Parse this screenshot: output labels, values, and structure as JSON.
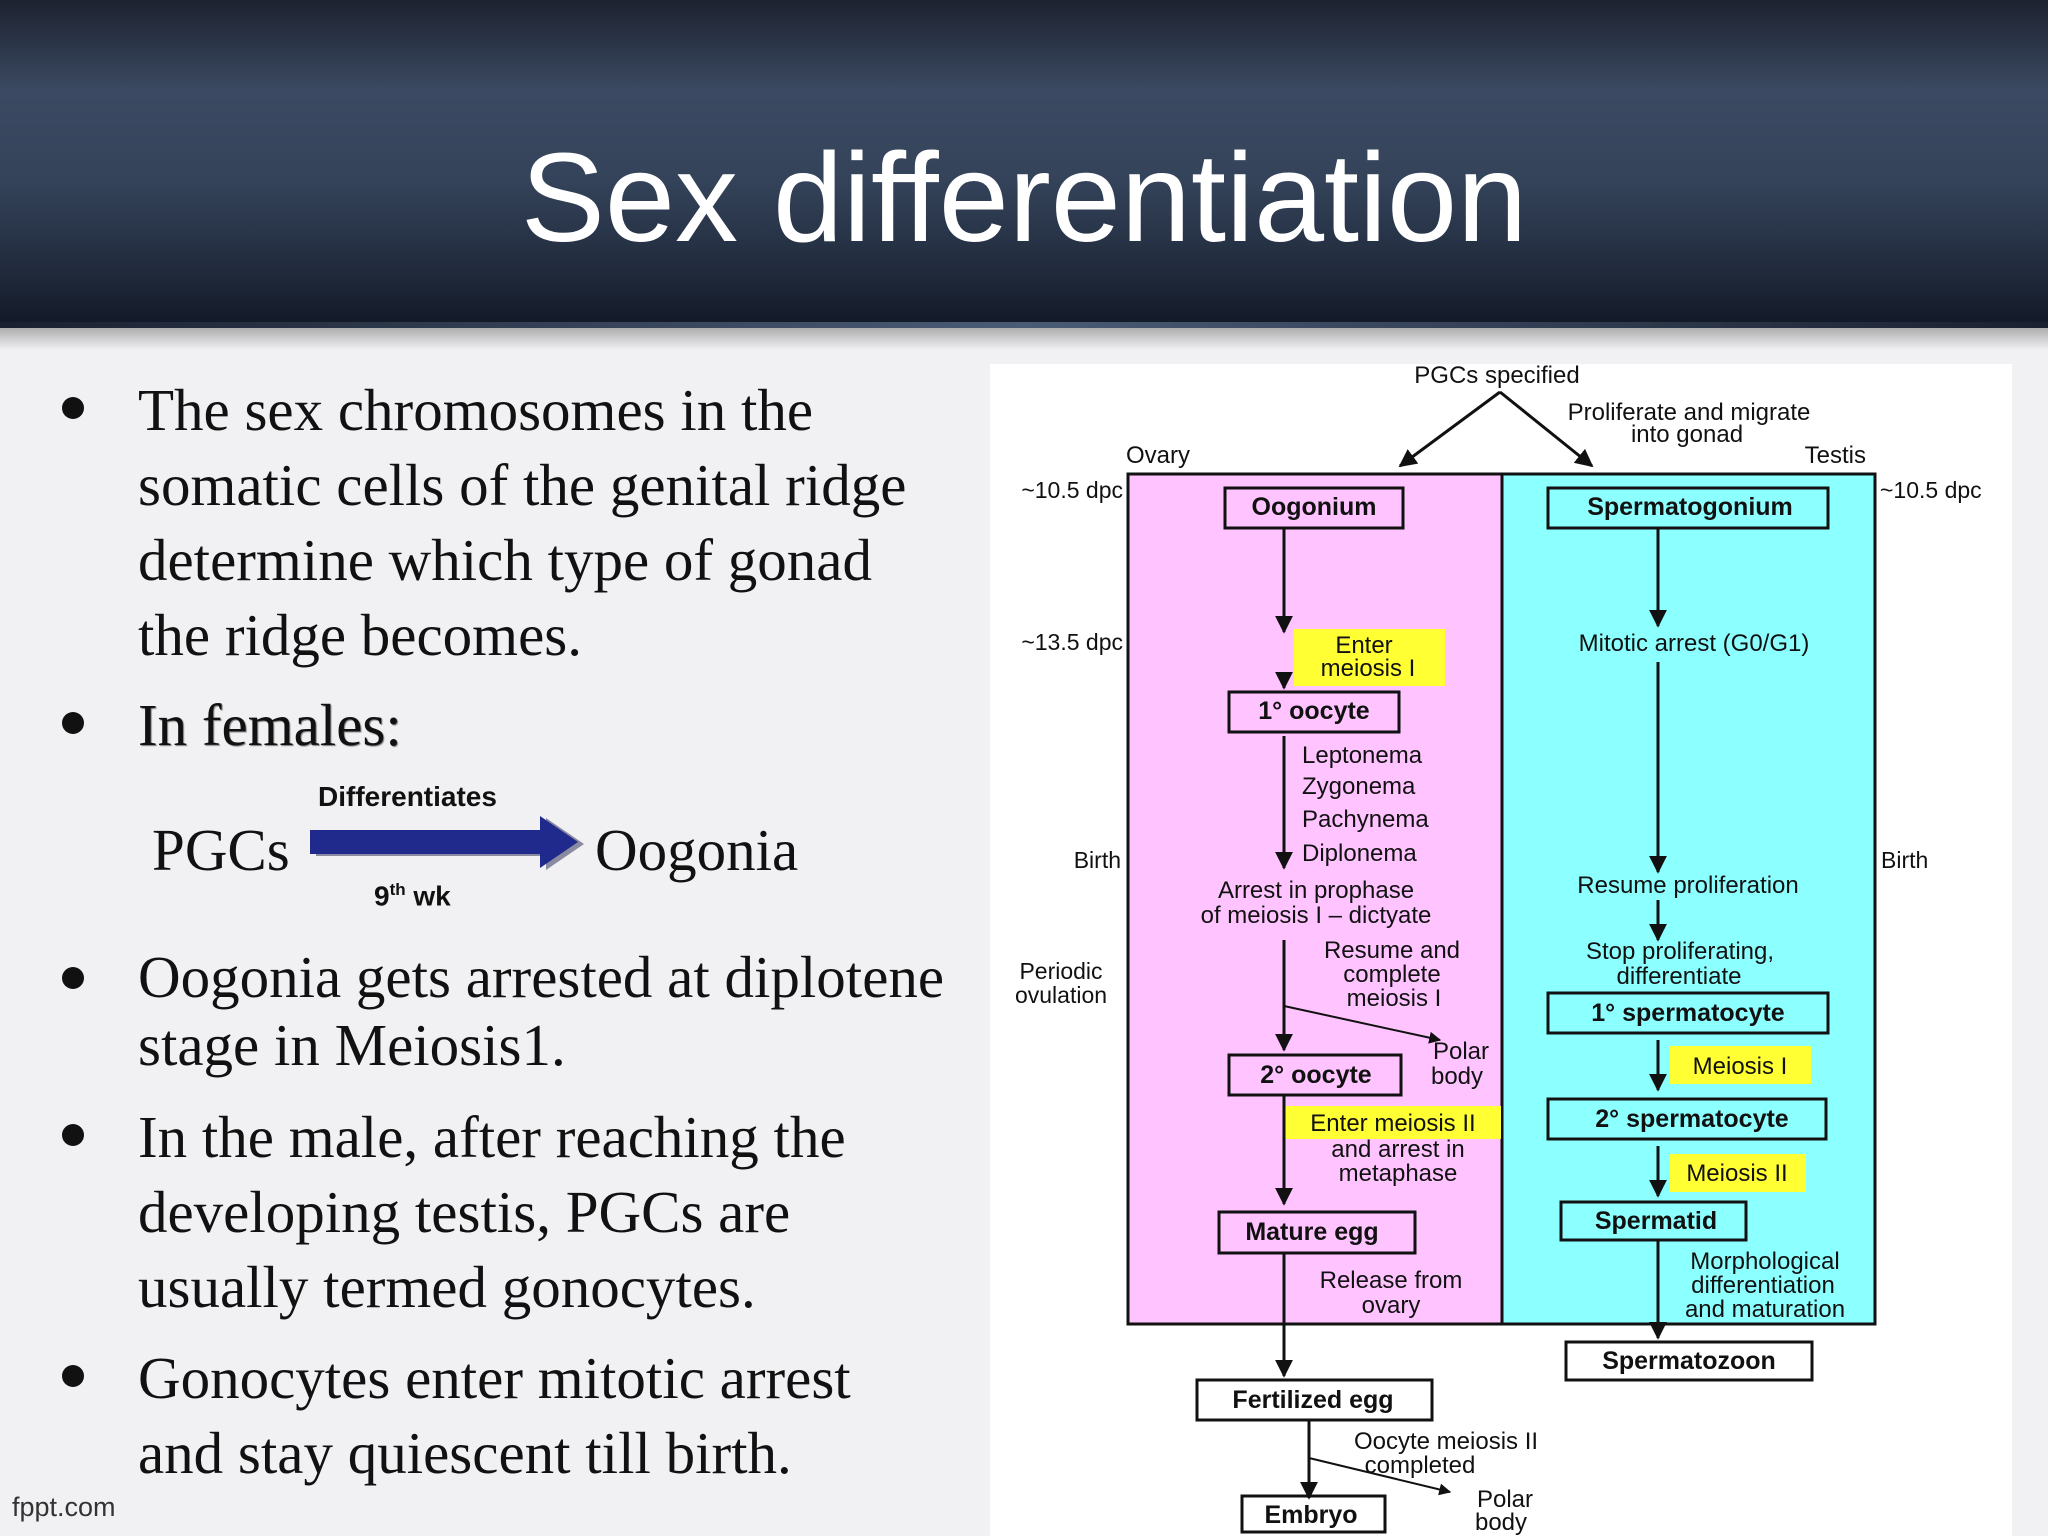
{
  "slide": {
    "title": "Sex differentiation",
    "footer_brand": "fppt.com"
  },
  "bullets": [
    {
      "lines": [
        "The sex chromosomes in the",
        "somatic cells of the genital ridge",
        "determine which type of gonad",
        "the ridge becomes."
      ]
    },
    {
      "lines": [
        "In females:"
      ]
    },
    {
      "lines": [
        "Oogonia gets arrested at diplotene",
        "stage in Meiosis1."
      ]
    },
    {
      "lines": [
        "In the male, after reaching the",
        "developing testis, PGCs are",
        "usually termed gonocytes."
      ]
    },
    {
      "lines": [
        "Gonocytes enter mitotic arrest",
        "and stay quiescent till birth."
      ]
    }
  ],
  "female_flow": {
    "from": "PGCs",
    "to": "Oogonia",
    "arrow_label_top": "Differentiates",
    "arrow_label_bottom": "9",
    "arrow_label_bottom_sup": "th",
    "arrow_label_bottom_suffix": " wk",
    "arrow_color": "#1f2a8c"
  },
  "diagram": {
    "colors": {
      "ovary_bg": "#ffc4ff",
      "testis_bg": "#8cffff",
      "highlight": "#ffff33"
    },
    "top": {
      "pgcs_specified": "PGCs specified",
      "proliferate": [
        "Proliferate and migrate",
        "into gonad"
      ],
      "ovary": "Ovary",
      "testis": "Testis"
    },
    "timeline_left": {
      "dpc_10_5": "~10.5 dpc",
      "dpc_13_5": "~13.5 dpc",
      "birth": "Birth",
      "periodic_ovulation": [
        "Periodic",
        "ovulation"
      ]
    },
    "timeline_right": {
      "dpc_10_5": "~10.5 dpc",
      "birth": "Birth"
    },
    "ovary": {
      "oogonium": "Oogonium",
      "enter_meiosis": [
        "Enter",
        "meiosis I"
      ],
      "primary_oocyte": "1° oocyte",
      "stages": [
        "Leptonema",
        "Zygonema",
        "Pachynema",
        "Diplonema"
      ],
      "arrest": [
        "Arrest in prophase",
        "of meiosis I – dictyate"
      ],
      "resume": [
        "Resume and",
        "complete",
        "meiosis I"
      ],
      "polar_body": [
        "Polar",
        "body"
      ],
      "secondary_oocyte": "2° oocyte",
      "enter_meiosis_ii": "Enter meiosis II",
      "arrest_metaphase": [
        "and arrest in",
        "metaphase"
      ],
      "mature_egg": "Mature egg",
      "release": [
        "Release from",
        "ovary"
      ]
    },
    "testis": {
      "spermatogonium": "Spermatogonium",
      "mitotic_arrest": "Mitotic arrest (G0/G1)",
      "resume_proliferation": "Resume proliferation",
      "stop_proliferating": [
        "Stop proliferating,",
        "differentiate"
      ],
      "primary_spermatocyte": "1° spermatocyte",
      "meiosis_i": "Meiosis I",
      "secondary_spermatocyte": "2° spermatocyte",
      "meiosis_ii": "Meiosis II",
      "spermatid": "Spermatid",
      "morphological": [
        "Morphological",
        "differentiation",
        "and maturation"
      ],
      "spermatozoon": "Spermatozoon"
    },
    "bottom": {
      "fertilized_egg": "Fertilized egg",
      "oocyte_meiosis_completed": [
        "Oocyte meiosis II",
        "completed"
      ],
      "embryo": "Embryo",
      "polar_body": [
        "Polar",
        "body"
      ]
    }
  }
}
